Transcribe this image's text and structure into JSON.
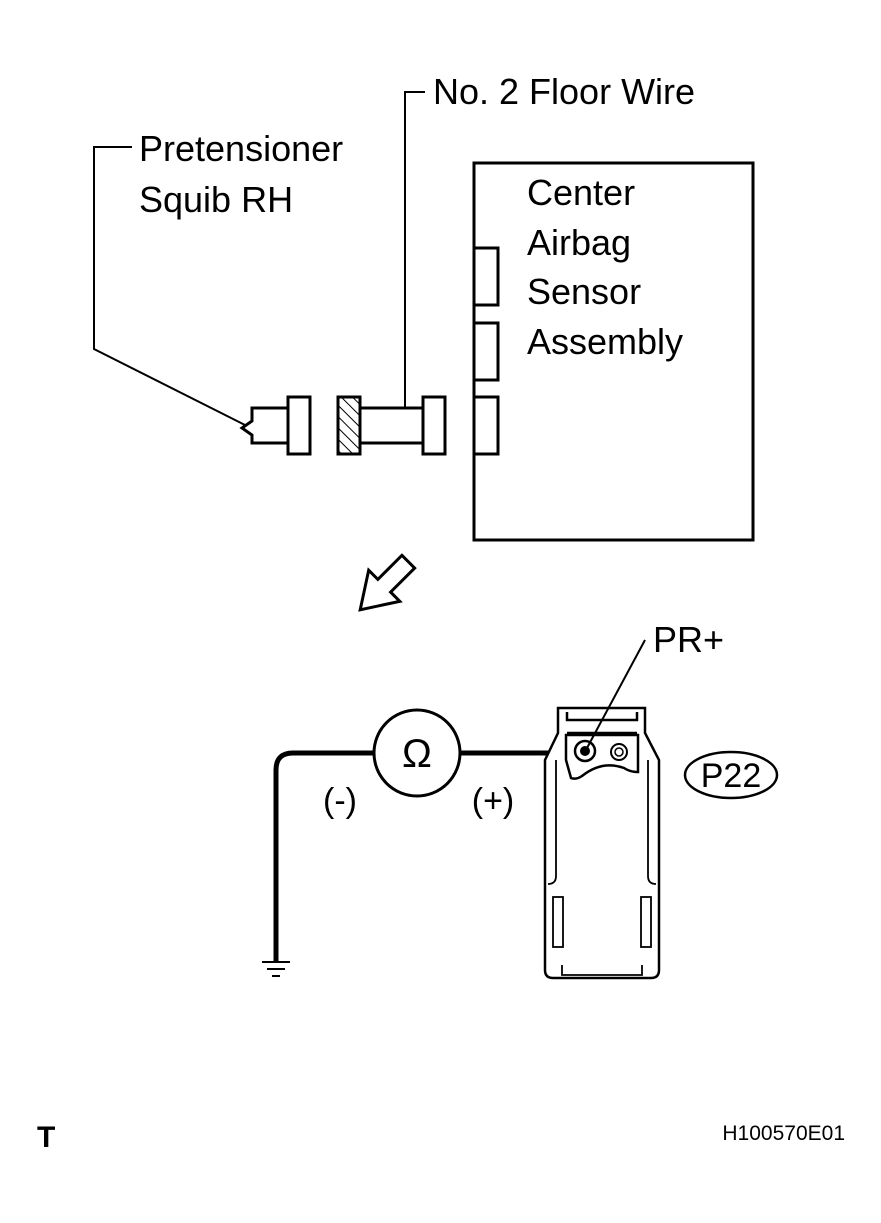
{
  "labels": {
    "no2_floor_wire": "No. 2 Floor Wire",
    "pretensioner_line1": "Pretensioner",
    "pretensioner_line2": "Squib RH",
    "sensor_line1": "Center",
    "sensor_line2": "Airbag",
    "sensor_line3": "Sensor",
    "sensor_line4": "Assembly",
    "terminal": "PR+",
    "connector_code": "P22",
    "minus": "(-)",
    "plus": "(+)",
    "ohm_symbol": "Ω",
    "corner_letter": "T",
    "figure_id": "H100570E01"
  },
  "colors": {
    "line": "#000000",
    "background": "#ffffff"
  },
  "icons": {
    "meter": "ohmmeter-icon",
    "ground": "ground-icon",
    "arrow": "hollow-arrow-icon"
  }
}
